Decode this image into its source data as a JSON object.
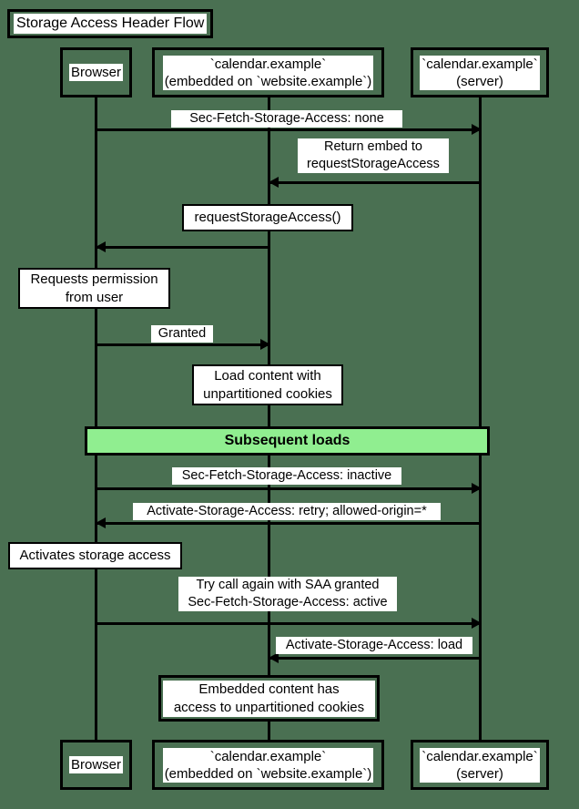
{
  "diagram": {
    "title": "Storage Access Header Flow",
    "background_color": "#4a7052",
    "divider_color": "#90ee90",
    "line_color": "#000000"
  },
  "participants": [
    {
      "id": "browser",
      "label": "Browser"
    },
    {
      "id": "embedded",
      "label": "`calendar.example`\n(embedded on `website.example`)"
    },
    {
      "id": "server",
      "label": "`calendar.example`\n(server)"
    }
  ],
  "messages": [
    {
      "id": "m1",
      "label": "Sec-Fetch-Storage-Access: none",
      "from": "browser",
      "to": "server",
      "direction": "right"
    },
    {
      "id": "m2",
      "label": "Return embed to\nrequestStorageAccess",
      "from": "server",
      "to": "embedded",
      "direction": "left"
    },
    {
      "id": "m3",
      "label": "Granted",
      "from": "browser",
      "to": "embedded",
      "direction": "right"
    },
    {
      "id": "m4",
      "label": "Sec-Fetch-Storage-Access: inactive",
      "from": "browser",
      "to": "server",
      "direction": "right"
    },
    {
      "id": "m5",
      "label": "Activate-Storage-Access: retry; allowed-origin=*",
      "from": "server",
      "to": "browser",
      "direction": "left"
    },
    {
      "id": "m6",
      "label": "Try call again with SAA granted\nSec-Fetch-Storage-Access: active",
      "from": "browser",
      "to": "server",
      "direction": "right"
    },
    {
      "id": "m7",
      "label": "Activate-Storage-Access: load",
      "from": "server",
      "to": "embedded",
      "direction": "left"
    }
  ],
  "notes": [
    {
      "id": "n1",
      "label": "requestStorageAccess()",
      "over": "embedded"
    },
    {
      "id": "n2",
      "label": "Requests permission\nfrom user",
      "over": "browser"
    },
    {
      "id": "n3",
      "label": "Load content with\nunpartitioned cookies",
      "over": "embedded"
    },
    {
      "id": "n4",
      "label": "Activates storage access",
      "over": "browser"
    },
    {
      "id": "n5",
      "label": "Embedded content has\naccess to unpartitioned cookies",
      "over": "embedded"
    }
  ],
  "dividers": [
    {
      "id": "d1",
      "label": "Subsequent loads"
    }
  ]
}
